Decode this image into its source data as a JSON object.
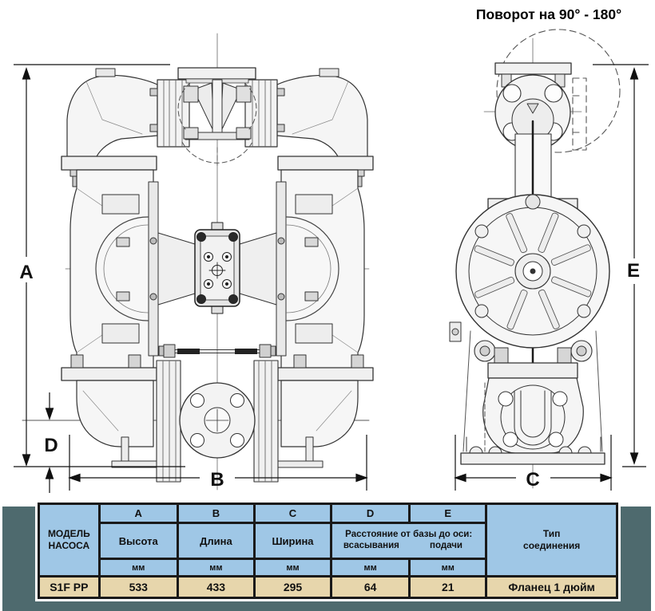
{
  "title": "Поворот на 90° - 180°",
  "dimensions": {
    "A": "A",
    "B": "B",
    "C": "C",
    "D": "D",
    "E": "E"
  },
  "table": {
    "model_header_lines": [
      "МОДЕЛЬ",
      "НАСОСА"
    ],
    "columns": [
      {
        "letter": "A",
        "name": "Высота",
        "unit": "мм"
      },
      {
        "letter": "B",
        "name": "Длина",
        "unit": "мм"
      },
      {
        "letter": "C",
        "name": "Ширина",
        "unit": "мм"
      },
      {
        "letter": "D",
        "unit": "мм"
      },
      {
        "letter": "E",
        "unit": "мм"
      }
    ],
    "de_group_header": "Расстояние от базы до оси:",
    "de_sub_labels": [
      "всасывания",
      "подачи"
    ],
    "type_header_lines": [
      "Тип",
      "соединения"
    ],
    "row": {
      "model": "S1F PP",
      "A": "533",
      "B": "433",
      "C": "295",
      "D": "64",
      "E": "21",
      "type": "Фланец 1 дюйм"
    }
  },
  "colors": {
    "header_blue": "#9fc7e6",
    "row_tan": "#e7d6ac",
    "panel_slate": "#4e6a6e",
    "table_border": "#1a1a1a"
  }
}
